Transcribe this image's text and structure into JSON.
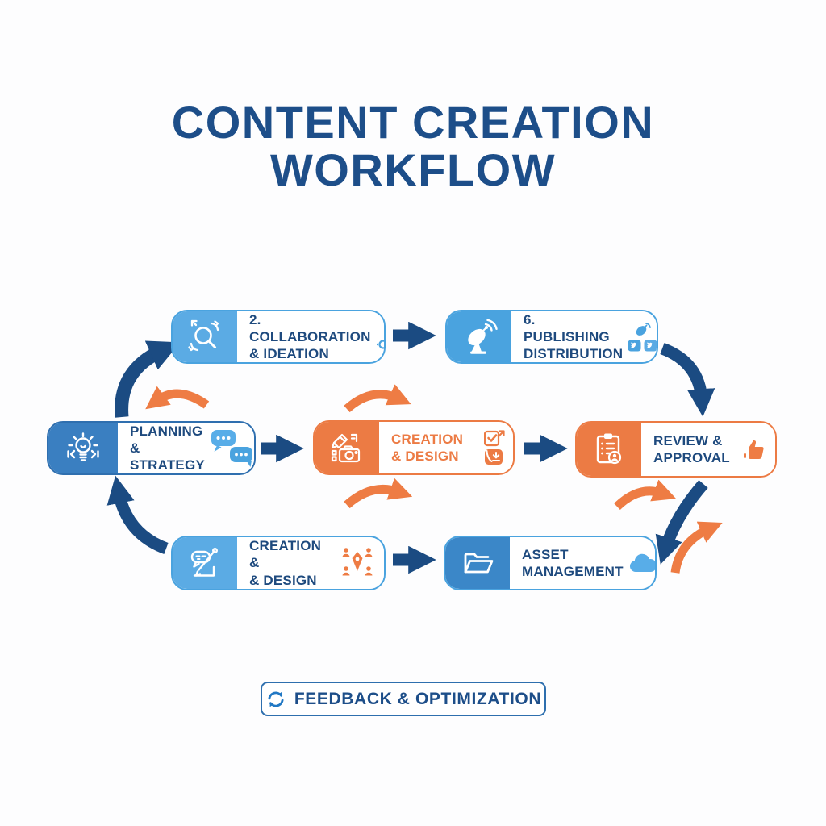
{
  "title": {
    "line1": "CONTENT CREATION",
    "line2": "WORKFLOW"
  },
  "boxes": [
    {
      "id": "collaboration-ideation",
      "line1": "2. COLLABORATION",
      "line2": "& IDEATION",
      "icon": "magnifier-arrows-icon",
      "trailing_icon": "team-members-icon",
      "icon_bg": "#5babe4",
      "border": "#4aa3df"
    },
    {
      "id": "publishing-distribution",
      "line1": "6. PUBLISHING",
      "line2": "DISTRIBUTION",
      "icon": "satellite-dish-icon",
      "trailing_icon": "satellite-social-icons",
      "icon_bg": "#4aa3df",
      "border": "#4aa3df"
    },
    {
      "id": "planning-strategy",
      "line1": "PLANNING &",
      "line2": "STRATEGY",
      "icon": "lightbulb-icon",
      "trailing_icon": "chat-bubbles-icon",
      "icon_bg": "#3a7fc1",
      "border": "#2f6faf"
    },
    {
      "id": "creation-design-center",
      "line1": "CREATION",
      "line2": "& DESIGN",
      "icon": "pencil-camera-icon",
      "trailing_icon": "checklist-download-icons",
      "icon_bg": "#ec7b44",
      "border": "#ec7b44"
    },
    {
      "id": "review-approval",
      "line1": "REVIEW &",
      "line2": "APPROVAL",
      "icon": "clipboard-checklist-icon",
      "trailing_icon": "thumbs-up-icon",
      "icon_bg": "#ec7b44",
      "border": "#ec7b44"
    },
    {
      "id": "creation-design-bottom",
      "line1": "CREATION &",
      "line2": "& DESIGN",
      "icon": "chat-pencil-icon",
      "trailing_icon": "people-pen-network-icon",
      "icon_bg": "#5babe4",
      "border": "#4aa3df"
    },
    {
      "id": "asset-management",
      "line1": "ASSET",
      "line2": "MANAGEMENT",
      "icon": "folder-icon",
      "trailing_icon": "cloud-icon",
      "icon_bg": "#3b87c8",
      "border": "#4aa3df"
    }
  ],
  "feedback": {
    "label": "FEEDBACK & OPTIMIZATION",
    "icon": "refresh-icon"
  },
  "colors": {
    "navy_text": "#1d4e89",
    "arrow_navy": "#1b4b82",
    "orange": "#ee7c44",
    "light_blue": "#5babe4",
    "mid_blue": "#4aa3df",
    "deep_blue": "#3a7fc1",
    "asset_blue": "#3b87c8",
    "chat_blue": "#58ade8",
    "background": "#fdfdfe"
  }
}
